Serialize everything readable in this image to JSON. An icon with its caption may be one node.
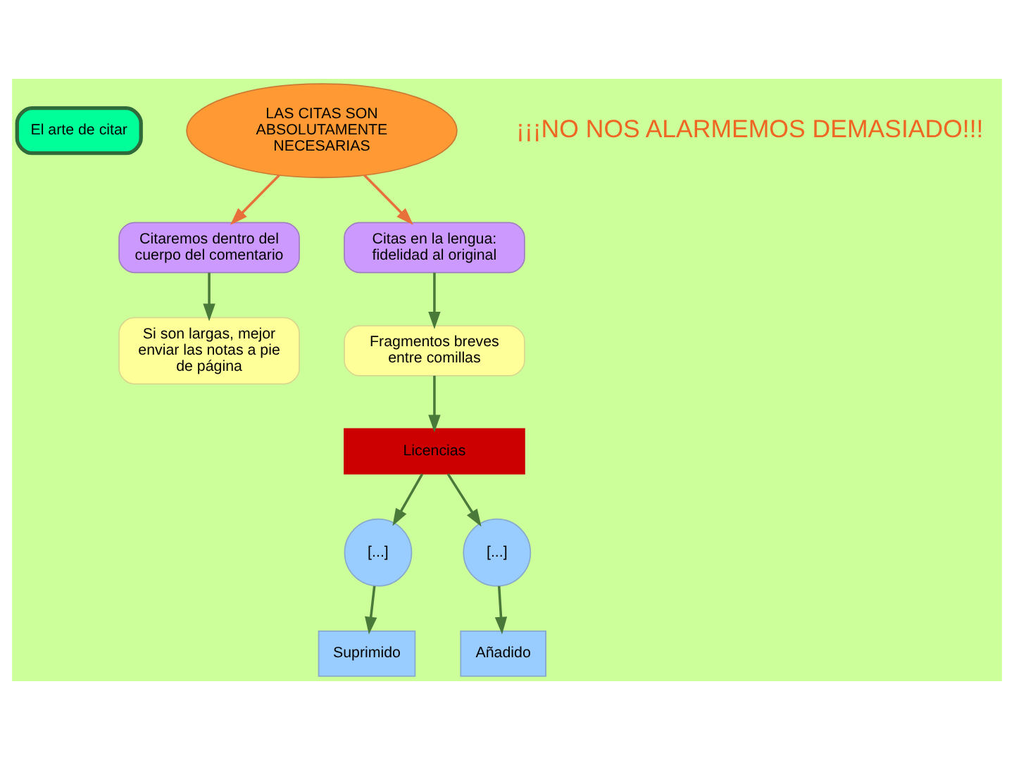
{
  "diagram": {
    "nodes": [
      {
        "text": [
          "El arte de citar"
        ]
      },
      {
        "text": [
          "LAS CITAS SON ABSOLUTAMENTE NECESARIAS"
        ]
      },
      {
        "text": [
          "Citaremos dentro del cuerpo del comentario"
        ]
      },
      {
        "text": [
          "Citas en la lengua: fidelidad al original"
        ]
      },
      {
        "text": [
          "Si son largas, mejor enviar las notas a pie de página"
        ]
      },
      {
        "text": [
          "Fragmentos breves entre comillas"
        ]
      },
      {
        "text": [
          "Licencias"
        ]
      },
      {
        "text": [
          "[...]"
        ]
      },
      {
        "text": [
          "[...]"
        ]
      },
      {
        "text": [
          "Suprimido"
        ]
      },
      {
        "text": [
          "Añadido"
        ]
      }
    ],
    "edges": [
      {
        "from": 1,
        "to": 2,
        "arrow": "to",
        "color": "#e8703a"
      },
      {
        "from": 1,
        "to": 3,
        "arrow": "to",
        "color": "#e8703a"
      },
      {
        "from": 2,
        "to": 4,
        "arrow": "to"
      },
      {
        "from": 3,
        "to": 5,
        "arrow": "to"
      },
      {
        "from": 5,
        "to": 6,
        "arrow": "to"
      },
      {
        "from": 6,
        "to": 7,
        "arrow": "to"
      },
      {
        "from": 6,
        "to": 8,
        "arrow": "to"
      },
      {
        "from": 7,
        "to": 9,
        "arrow": "to"
      },
      {
        "from": 8,
        "to": 10,
        "arrow": "to"
      }
    ],
    "labels": [
      "¡¡¡NO NOS ALARMEMOS DEMASIADO!!!"
    ]
  }
}
